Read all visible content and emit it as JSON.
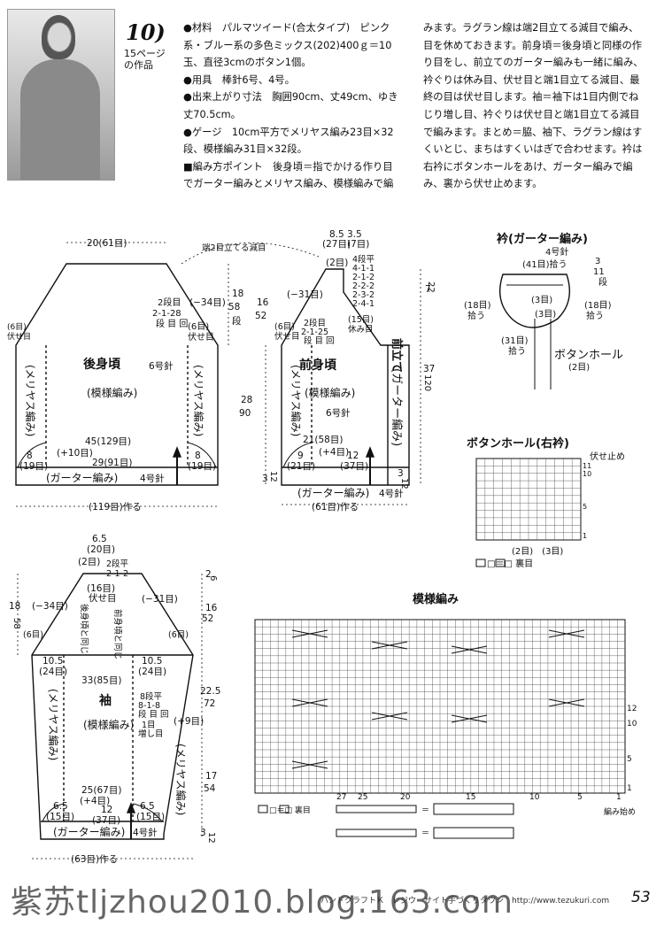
{
  "header": {
    "number": "10)",
    "page_ref": "15ページ",
    "page_ref_sub": "の作品"
  },
  "materials": [
    "●材料　パルマツイード(合太タイプ)　ピンク系・ブルー系の多色ミックス(202)400ｇ＝10玉、直径3cmのボタン1個。",
    "●用具　棒針6号、4号。",
    "●出来上がり寸法　胸囲90cm、丈49cm、ゆき丈70.5cm。",
    "●ゲージ　10cm平方でメリヤス編み23目×32段、模様編み31目×32段。",
    "■編み方ポイント　後身頃＝指でかける作り目でガーター編みとメリヤス編み、模様編みで編"
  ],
  "instructions": "みます。ラグラン線は端2目立てる減目で編み、目を休めておきます。前身頃＝後身頃と同様の作り目をし、前立てのガーター編みも一緒に編み、衿ぐりは休み目、伏せ目と端1目立てる減目、最終の目は伏せ目します。袖＝袖下は1目内側でねじり増し目、衿ぐりは伏せ目と端1目立てる減目で編みます。まとめ＝脇、袖下、ラグラン線はすくいとじ、まちはすくいはぎで合わせます。衿は右衿にボタンホールをあけ、ガーター編みで編み、裏から伏せ止めます。",
  "back": {
    "title": "後身頃",
    "needle": "6号針",
    "pattern": "(模様編み)",
    "side_label": "(メリヤス編み)",
    "top_width": "20(61目)",
    "raglan_note": "端2目立てる減目",
    "dec_rows": "2段目\n2-1-28\n段 目 回",
    "minus34": "(−34目)",
    "cast6": "(6目)",
    "fuse": "伏せ目",
    "d18": "18",
    "d58": "58",
    "dan": "段",
    "w45": "45(129目)",
    "w10": "(+10目)",
    "w29": "29(91目)",
    "w8": "8",
    "w19": "(19目)",
    "garter": "(ガーター編み)",
    "needle4": "4号針",
    "cast": "(119目)作る"
  },
  "front": {
    "title": "前身頃",
    "pattern": "(模様編み)",
    "needle": "6号針",
    "w85": "8.5",
    "w27": "(27目)",
    "w35": "3.5",
    "w7": "(7目)",
    "w2": "(2目)",
    "neck_dec": "4段平\n4-1-1\n2-1-2\n2-2-2\n2-3-2\n2-4-1",
    "d16": "16",
    "d52": "52",
    "minus31": "(−31目)",
    "dec2": "2段目\n2-1-25\n段 目 回",
    "rest15": "(15目)",
    "rest_lbl": "休み目",
    "placket": "前立て",
    "placket2": "(ガーター編み)",
    "d37": "37",
    "d120": "120",
    "d7": "7",
    "d22": "22",
    "w21": "21(58目)",
    "w4": "(+4目)",
    "w9": "9",
    "w21b": "(21目)",
    "w12": "12",
    "w37": "(37目)",
    "garter": "(ガーター編み)",
    "needle4": "4号針",
    "cast": "(61目)作る",
    "d28": "28",
    "d90": "90",
    "d3": "3",
    "d12": "12"
  },
  "collar": {
    "title": "衿(ガーター編み)",
    "needle": "4号針",
    "pick41": "(41目)拾う",
    "pick18": "(18目)",
    "pick_lbl": "拾う",
    "pick3": "(3目)",
    "pick31": "(31目)",
    "d3": "3",
    "d11": "11",
    "dan": "段",
    "buttonhole": "ボタンホール",
    "bh2": "(2目)"
  },
  "buttonhole_chart": {
    "title": "ボタンホール(右衿)",
    "bind_off": "伏せ止め",
    "rows": [
      "11",
      "10",
      "5",
      "1"
    ],
    "bottom": "(2目)　(3目)",
    "legend": "□＝□ 裏目"
  },
  "sleeve": {
    "title": "袖",
    "pattern": "(模様編み)",
    "w65": "6.5",
    "w20": "(20目)",
    "w2": "(2目)",
    "top_dec": "2段平\n2-1-2",
    "minus34": "(−34目)",
    "minus31": "(−31目)",
    "same_back": "後身頃と同じ",
    "same_front": "前身頃と同じ",
    "fuse16": "(16目)",
    "fuse": "伏せ目",
    "w6": "(6目)",
    "w105": "10.5",
    "w24": "(24目)",
    "w33": "33(85目)",
    "inc": "8段平\n8-1-8\n段 目 回",
    "inc_lbl": "1目\n増し目",
    "plus9": "(+9目)",
    "side": "(メリヤス編み)",
    "w25": "25(67目)",
    "w4": "(+4目)",
    "w65b": "6.5",
    "w15": "(15目)",
    "w12": "12",
    "w37": "(37目)",
    "garter": "(ガーター編み)",
    "needle4": "4号針",
    "cast": "(63目)作る",
    "d2": "2",
    "d6": "6",
    "d16": "16",
    "d52": "52",
    "d225": "22.5",
    "d72": "72",
    "d17": "17",
    "d54": "54",
    "d3": "3",
    "d12": "12",
    "d18": "18",
    "d58": "58",
    "dan": "段"
  },
  "pattern_chart": {
    "title": "模様編み",
    "col_nums": [
      "27",
      "25",
      "20",
      "15",
      "10",
      "5",
      "1"
    ],
    "row_nums": [
      "12",
      "10",
      "5",
      "1"
    ],
    "start": "編み始め",
    "legend1": "□＝□ 裏目",
    "legend_eq": "＝"
  },
  "footer": {
    "watermark": "紫苏tljzhou2010.blog.163.com",
    "url": "ハンドクラフトＫ　レジウ　サイト手づくりタウン　http://www.tezukuri.com",
    "page": "53"
  }
}
